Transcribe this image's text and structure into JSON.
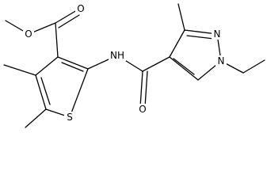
{
  "structure": {
    "atom_labels": {
      "ester_ether_O": "O",
      "ester_carbonyl_O": "O",
      "thiophene_S": "S",
      "amide_NH": "NH",
      "amide_carbonyl_O": "O",
      "pyrazole_N2": "N",
      "pyrazole_N1": "N"
    }
  }
}
